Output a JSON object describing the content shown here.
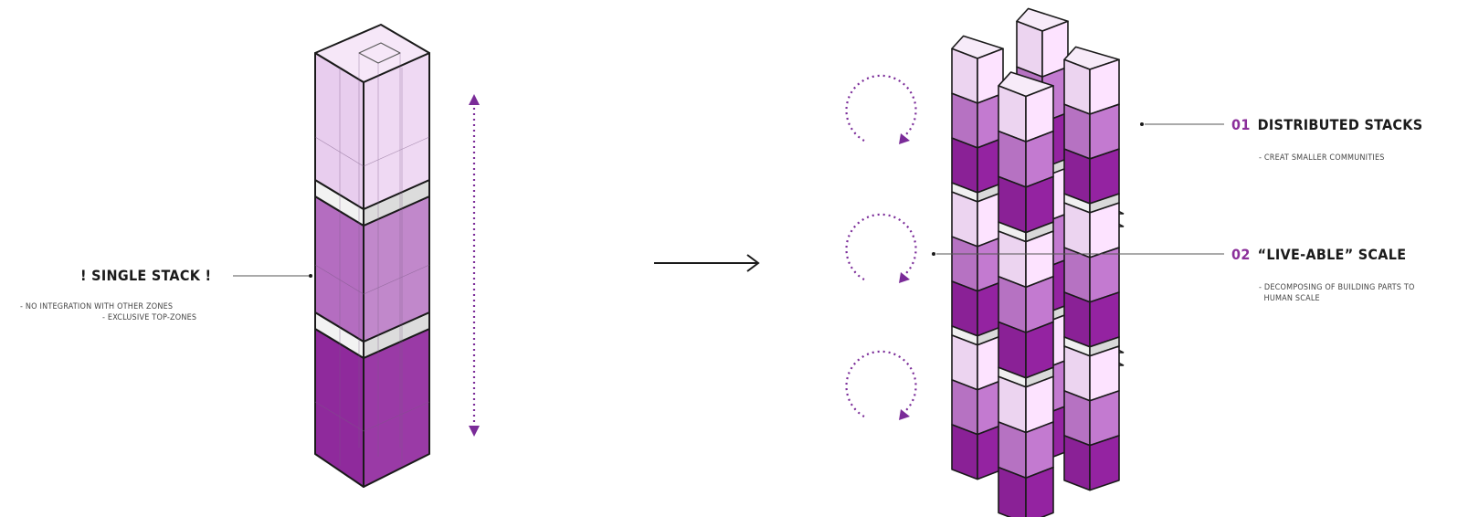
{
  "left_panel": {
    "title": "! SINGLE STACK !",
    "notes": [
      "- NO INTEGRATION WITH OTHER ZONES",
      "- EXCLUSIVE TOP-ZONES"
    ]
  },
  "right_panel": {
    "items": [
      {
        "number": "01",
        "title": "DISTRIBUTED STACKS",
        "note": "- CREAT SMALLER COMMUNITIES"
      },
      {
        "number": "02",
        "title": "“LIVE-ABLE” SCALE",
        "note": "- DECOMPOSING OF BUILDING PARTS TO\n  HUMAN SCALE"
      }
    ]
  },
  "colors": {
    "light": "#ecd4f0",
    "mid": "#b672c2",
    "dark": "#8a2196",
    "accent": "#7a2b98",
    "stroke": "#1a1a1a"
  },
  "icons": [
    "arrow-right-icon",
    "double-arrow-vertical-icon",
    "rotation-arrow-icon"
  ]
}
